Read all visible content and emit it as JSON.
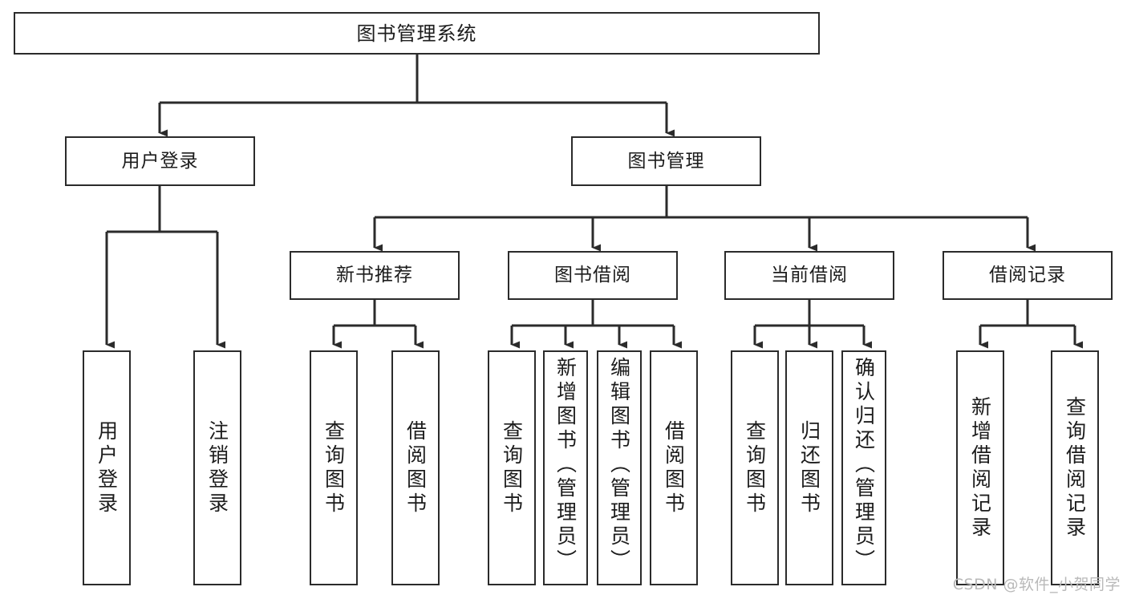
{
  "diagram": {
    "title": "图书管理系统",
    "type": "tree-hierarchy-chart",
    "colors": {
      "background": "#ffffff",
      "box_border": "#2b2b2b",
      "box_fill": "#ffffff",
      "text": "#1c1c1c",
      "edge": "#2b2b2b",
      "watermark": "#b9b9b9"
    },
    "root": {
      "label": "图书管理系统"
    },
    "level2": [
      {
        "label": "用户登录"
      },
      {
        "label": "图书管理"
      }
    ],
    "level3": [
      {
        "label": "新书推荐"
      },
      {
        "label": "图书借阅"
      },
      {
        "label": "当前借阅"
      },
      {
        "label": "借阅记录"
      }
    ],
    "leaves": {
      "user_login": [
        {
          "label": "用户登录"
        },
        {
          "label": "注销登录"
        }
      ],
      "new_book_recommend": [
        {
          "label": "查询图书"
        },
        {
          "label": "借阅图书"
        }
      ],
      "book_borrow": [
        {
          "label": "查询图书"
        },
        {
          "label": "新增图书（管理员）"
        },
        {
          "label": "编辑图书（管理员）"
        },
        {
          "label": "借阅图书"
        }
      ],
      "current_borrow": [
        {
          "label": "查询图书"
        },
        {
          "label": "归还图书"
        },
        {
          "label": "确认归还（管理员）"
        }
      ],
      "borrow_records": [
        {
          "label": "新增借阅记录"
        },
        {
          "label": "查询借阅记录"
        }
      ]
    }
  },
  "watermark": {
    "text": "CSDN @软件_小贺同学"
  }
}
